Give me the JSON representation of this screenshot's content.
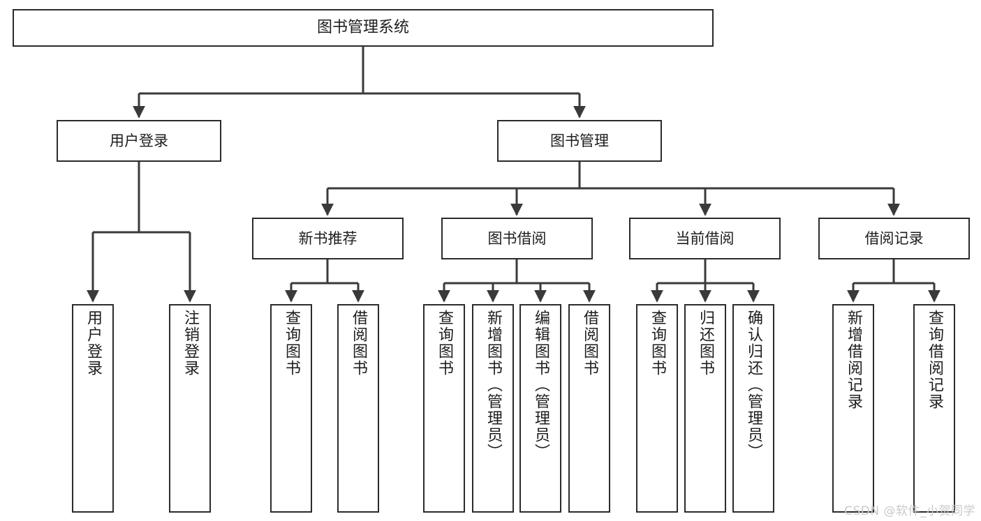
{
  "diagram": {
    "title": "图书管理系统",
    "type": "tree-hierarchy-diagram",
    "colors": {
      "box_border": "#2b2b2b",
      "box_fill": "#ffffff",
      "connector": "#3a3a3a",
      "text": "#1d1d1d",
      "watermark": "#c9c9c9",
      "background": "#ffffff"
    },
    "root": {
      "label": "图书管理系统"
    },
    "level2": [
      {
        "label": "用户登录"
      },
      {
        "label": "图书管理"
      }
    ],
    "level3": [
      {
        "label": "新书推荐"
      },
      {
        "label": "图书借阅"
      },
      {
        "label": "当前借阅"
      },
      {
        "label": "借阅记录"
      }
    ],
    "leaves_user_login": [
      {
        "label": "用户登录"
      },
      {
        "label": "注销登录"
      }
    ],
    "leaves_new_book": [
      {
        "label": "查询图书"
      },
      {
        "label": "借阅图书"
      }
    ],
    "leaves_borrow": [
      {
        "label": "查询图书"
      },
      {
        "label": "新增图书（管理员）"
      },
      {
        "label": "编辑图书（管理员）"
      },
      {
        "label": "借阅图书"
      }
    ],
    "leaves_current": [
      {
        "label": "查询图书"
      },
      {
        "label": "归还图书"
      },
      {
        "label": "确认归还（管理员）"
      }
    ],
    "leaves_records": [
      {
        "label": "新增借阅记录"
      },
      {
        "label": "查询借阅记录"
      }
    ]
  },
  "watermark": {
    "text": "CSDN @软件_小贺同学"
  }
}
